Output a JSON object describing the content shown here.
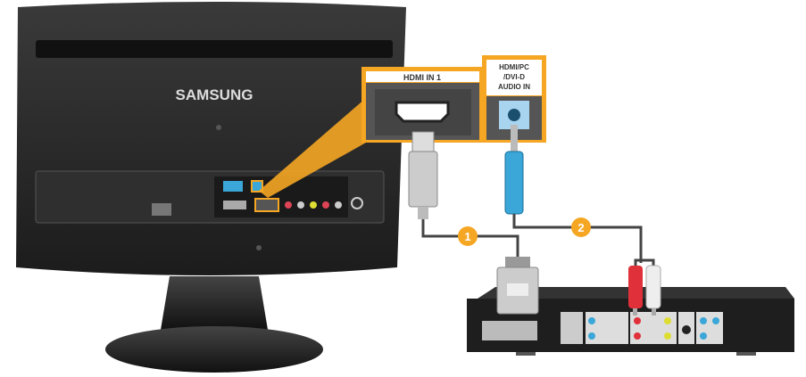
{
  "monitor": {
    "brand": "SAMSUNG"
  },
  "callouts": {
    "hdmi_port_label": "HDMI IN 1",
    "audio_port_label_lines": [
      "HDMI/PC",
      "/DVI-D",
      "AUDIO IN"
    ]
  },
  "steps": [
    {
      "number": "1"
    },
    {
      "number": "2"
    }
  ],
  "colors": {
    "accent": "#f5a623",
    "monitor": "#2b2b2b",
    "audio_cable": "#3aa7d8",
    "rca_red": "#e0303a"
  }
}
